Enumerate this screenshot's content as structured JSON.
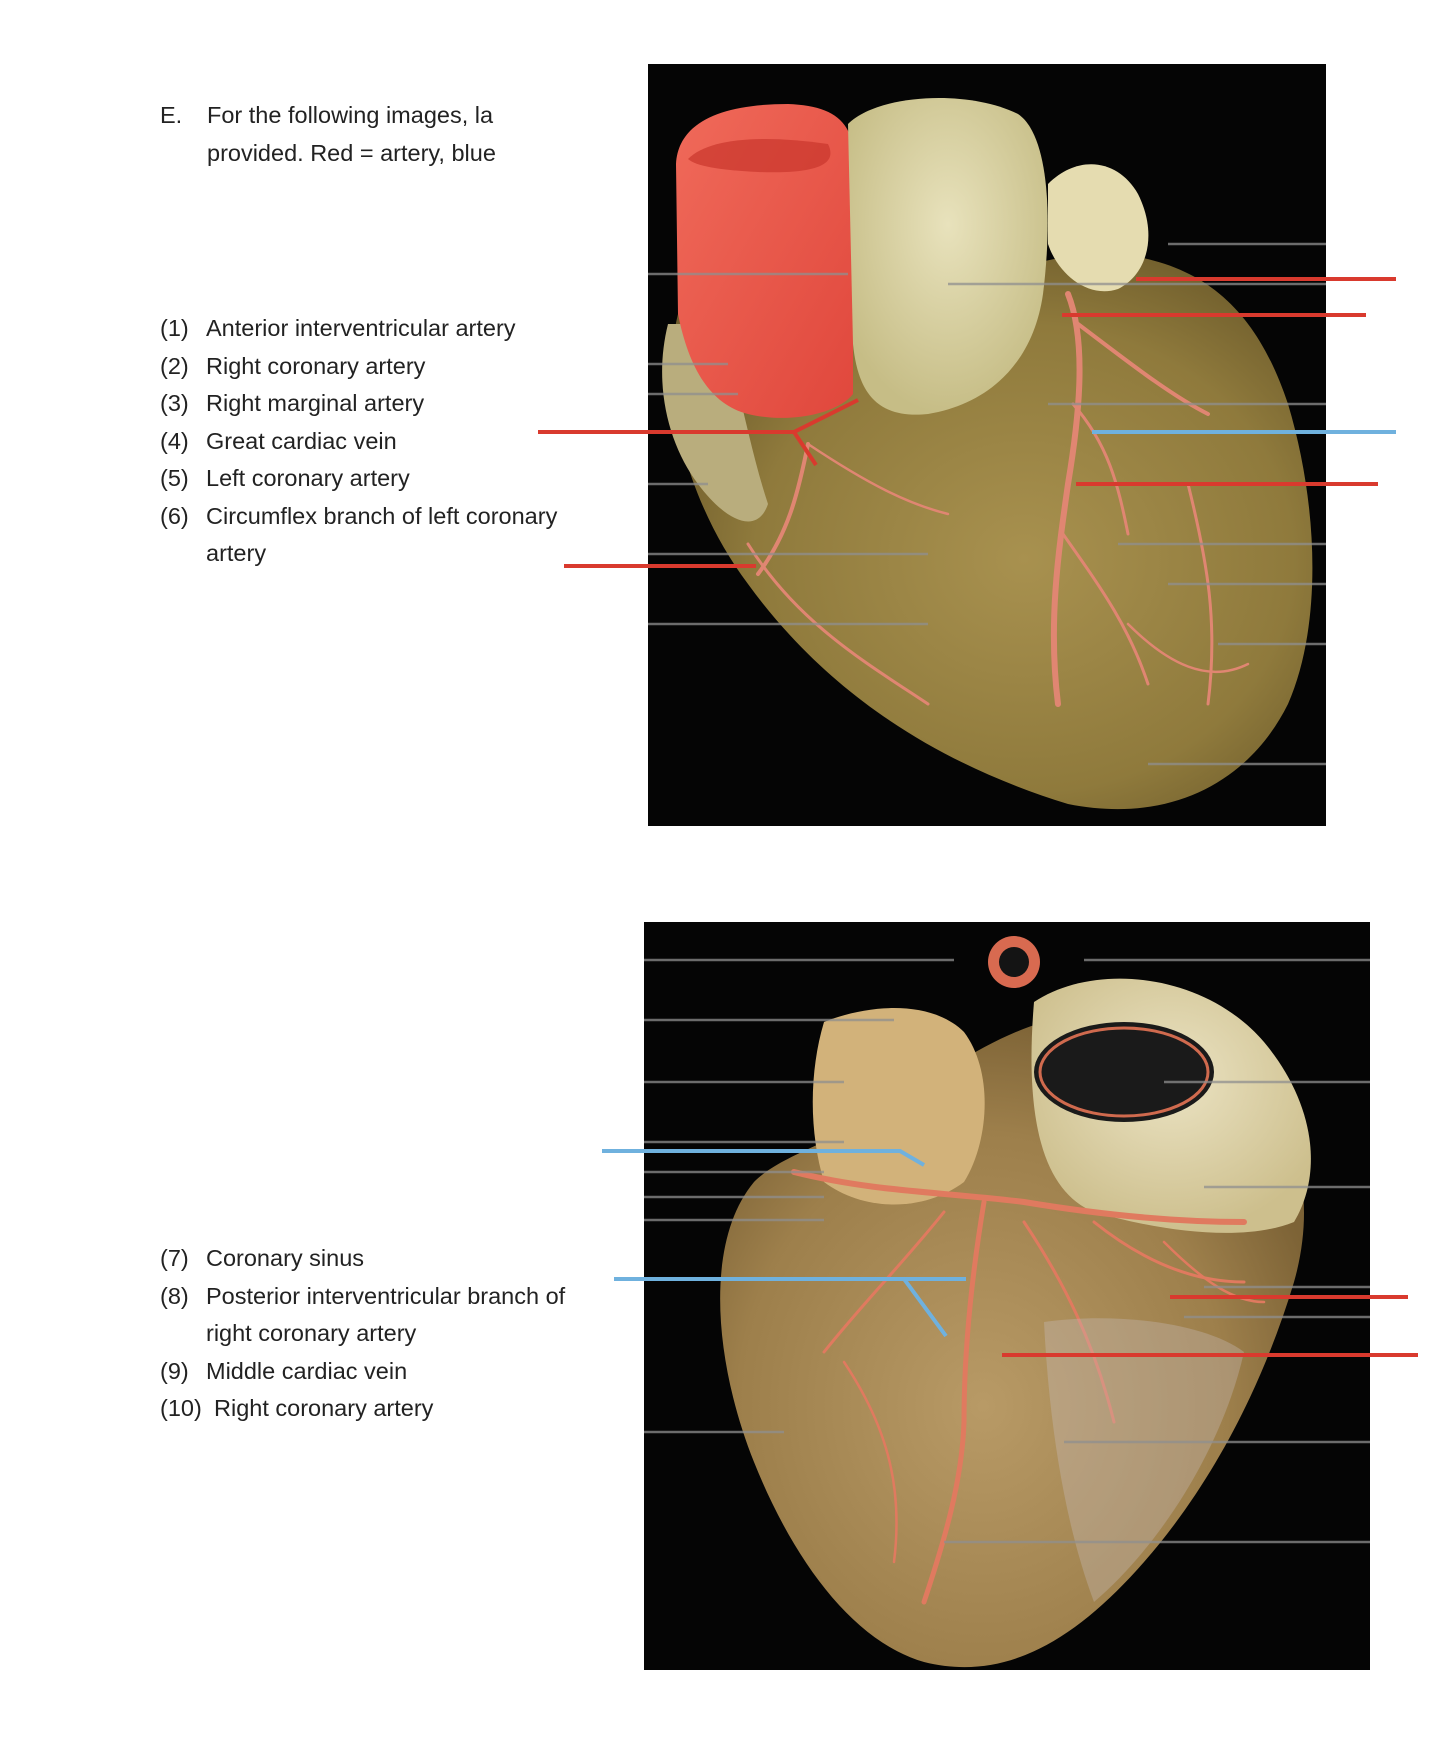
{
  "instructions": {
    "letter": "E.",
    "line1": "For the following images, la",
    "line2": "provided. Red = artery, blue"
  },
  "list_top": [
    {
      "num": "(1)",
      "text": "Anterior interventricular artery"
    },
    {
      "num": "(2)",
      "text": "Right coronary artery"
    },
    {
      "num": "(3)",
      "text": "Right marginal artery"
    },
    {
      "num": "(4)",
      "text": "Great cardiac vein"
    },
    {
      "num": "(5)",
      "text": "Left coronary artery"
    },
    {
      "num": "(6)",
      "text": "Circumflex branch of left coronary artery"
    }
  ],
  "list_bottom": [
    {
      "num": "(7)",
      "text": "Coronary sinus"
    },
    {
      "num": "(8)",
      "text": "Posterior interventricular branch of right coronary artery"
    },
    {
      "num": "(9)",
      "text": "Middle cardiac vein"
    },
    {
      "num": "(10)",
      "text": "Right coronary artery"
    }
  ],
  "colors": {
    "artery": "#d93a2e",
    "vein": "#6fb1de",
    "leader": "#2a2a2a",
    "photo_bg": "#050505"
  }
}
